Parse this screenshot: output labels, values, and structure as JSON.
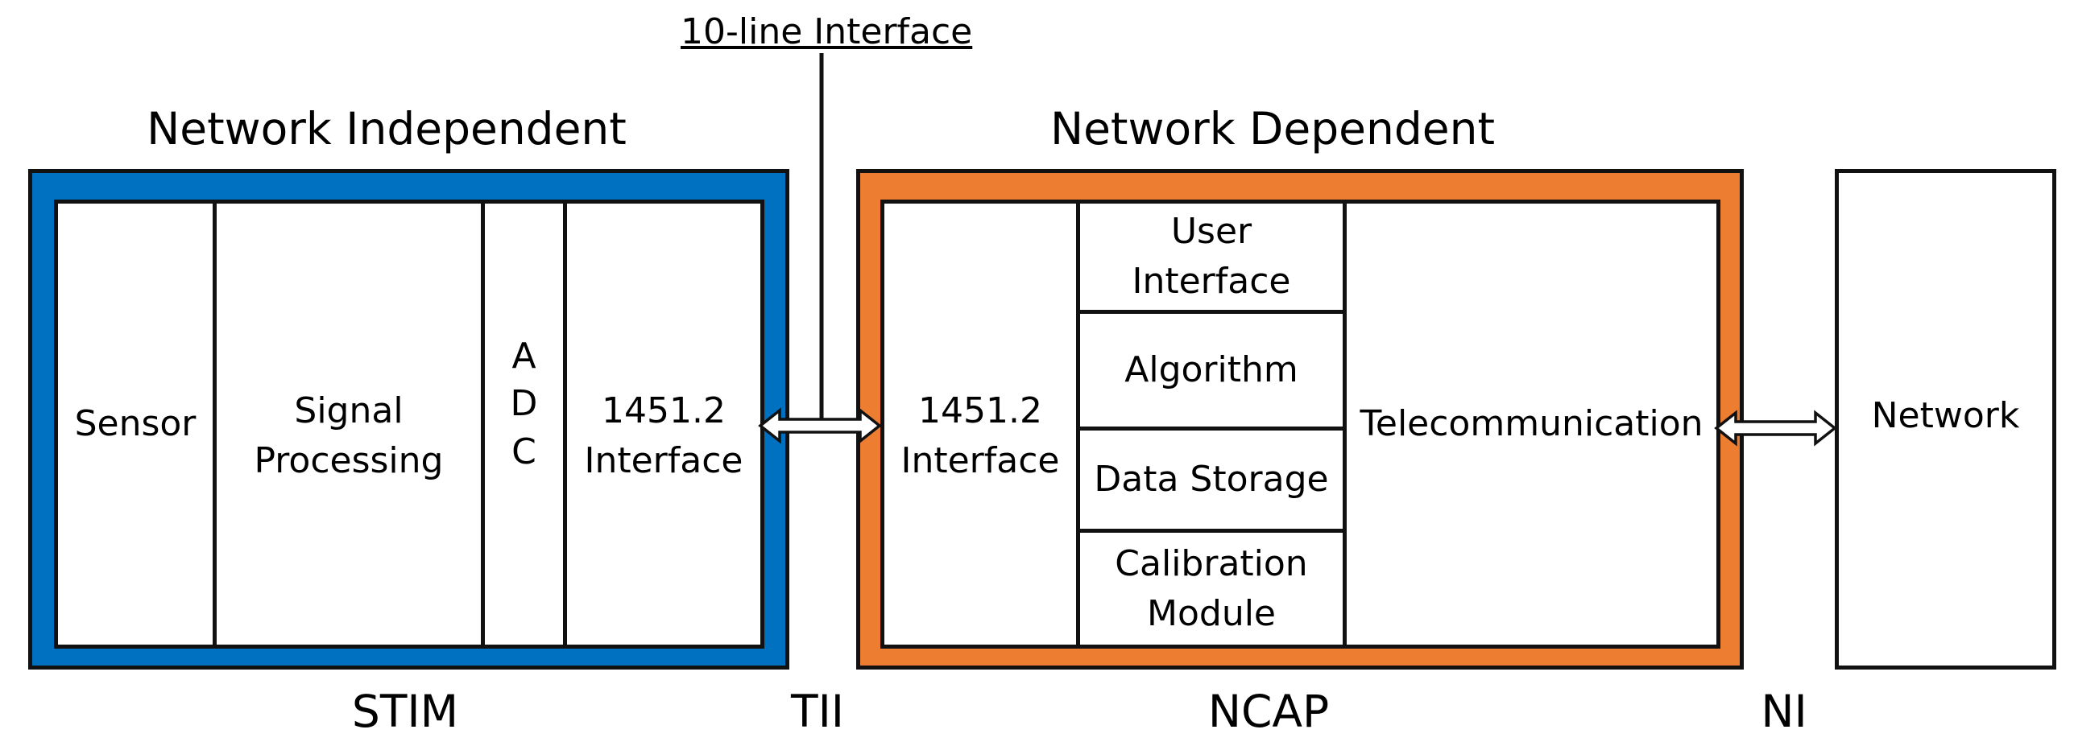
{
  "interface_label": "10-line Interface",
  "section_titles": {
    "independent": "Network Independent",
    "dependent": "Network Dependent"
  },
  "stim": {
    "sensor": "Sensor",
    "signal_processing": "Signal\nProcessing",
    "adc": "A\nD\nC",
    "interface": "1451.2\nInterface"
  },
  "ncap": {
    "interface": "1451.2\nInterface",
    "user_interface": "User\nInterface",
    "algorithm": "Algorithm",
    "data_storage": "Data Storage",
    "calibration": "Calibration\nModule",
    "telecommunication": "Telecommunication"
  },
  "network": "Network",
  "bottom_labels": {
    "stim": "STIM",
    "tii": "TII",
    "ncap": "NCAP",
    "ni": "NI"
  },
  "colors": {
    "stim_frame": "#0070C0",
    "ncap_frame": "#ED7D31",
    "outline": "#111111"
  }
}
